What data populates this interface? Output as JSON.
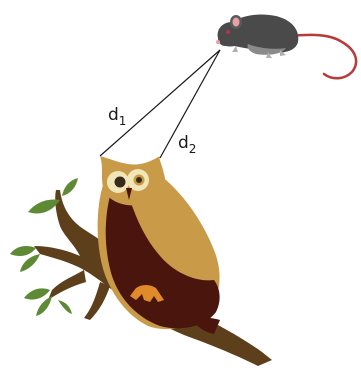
{
  "labels": {
    "d1": {
      "main": "d",
      "sub": "1"
    },
    "d2": {
      "main": "d",
      "sub": "2"
    }
  },
  "icons": {
    "mouse": "mouse-icon",
    "owl": "owl-icon",
    "branch": "tree-branch-icon"
  },
  "colors": {
    "line": "#1a1a1a",
    "owl_body": "#c99a48",
    "owl_wing": "#4a150c",
    "owl_eye_ring": "#f0e6b8",
    "owl_feet": "#e08a2a",
    "branch": "#5e3f1c",
    "leaf": "#5e8a35",
    "mouse_body": "#4a4a4a",
    "mouse_tail": "#b83a3a"
  }
}
